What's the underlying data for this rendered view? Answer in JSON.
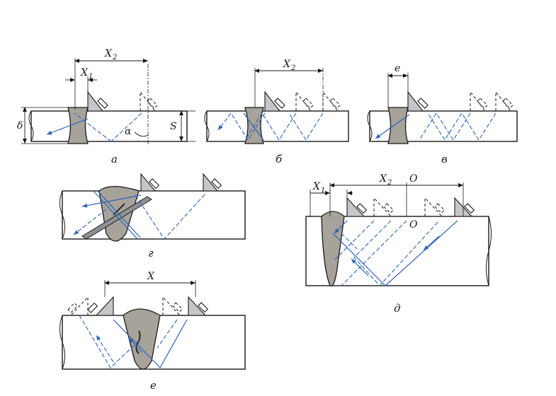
{
  "labels": {
    "x2": "X",
    "x2_sub": "2",
    "x1": "X",
    "x1_sub": "1",
    "delta": "δ",
    "s": "S",
    "alpha": "α",
    "e": "e",
    "x": "X",
    "o": "O"
  },
  "captions": {
    "a": "а",
    "b": "б",
    "v": "в",
    "g": "г",
    "d": "д",
    "e": "е"
  },
  "colors": {
    "beam": "#2f62b8",
    "weld": "#a7a39b",
    "probe": "#c4c6c8",
    "line": "#1a1a1a"
  }
}
